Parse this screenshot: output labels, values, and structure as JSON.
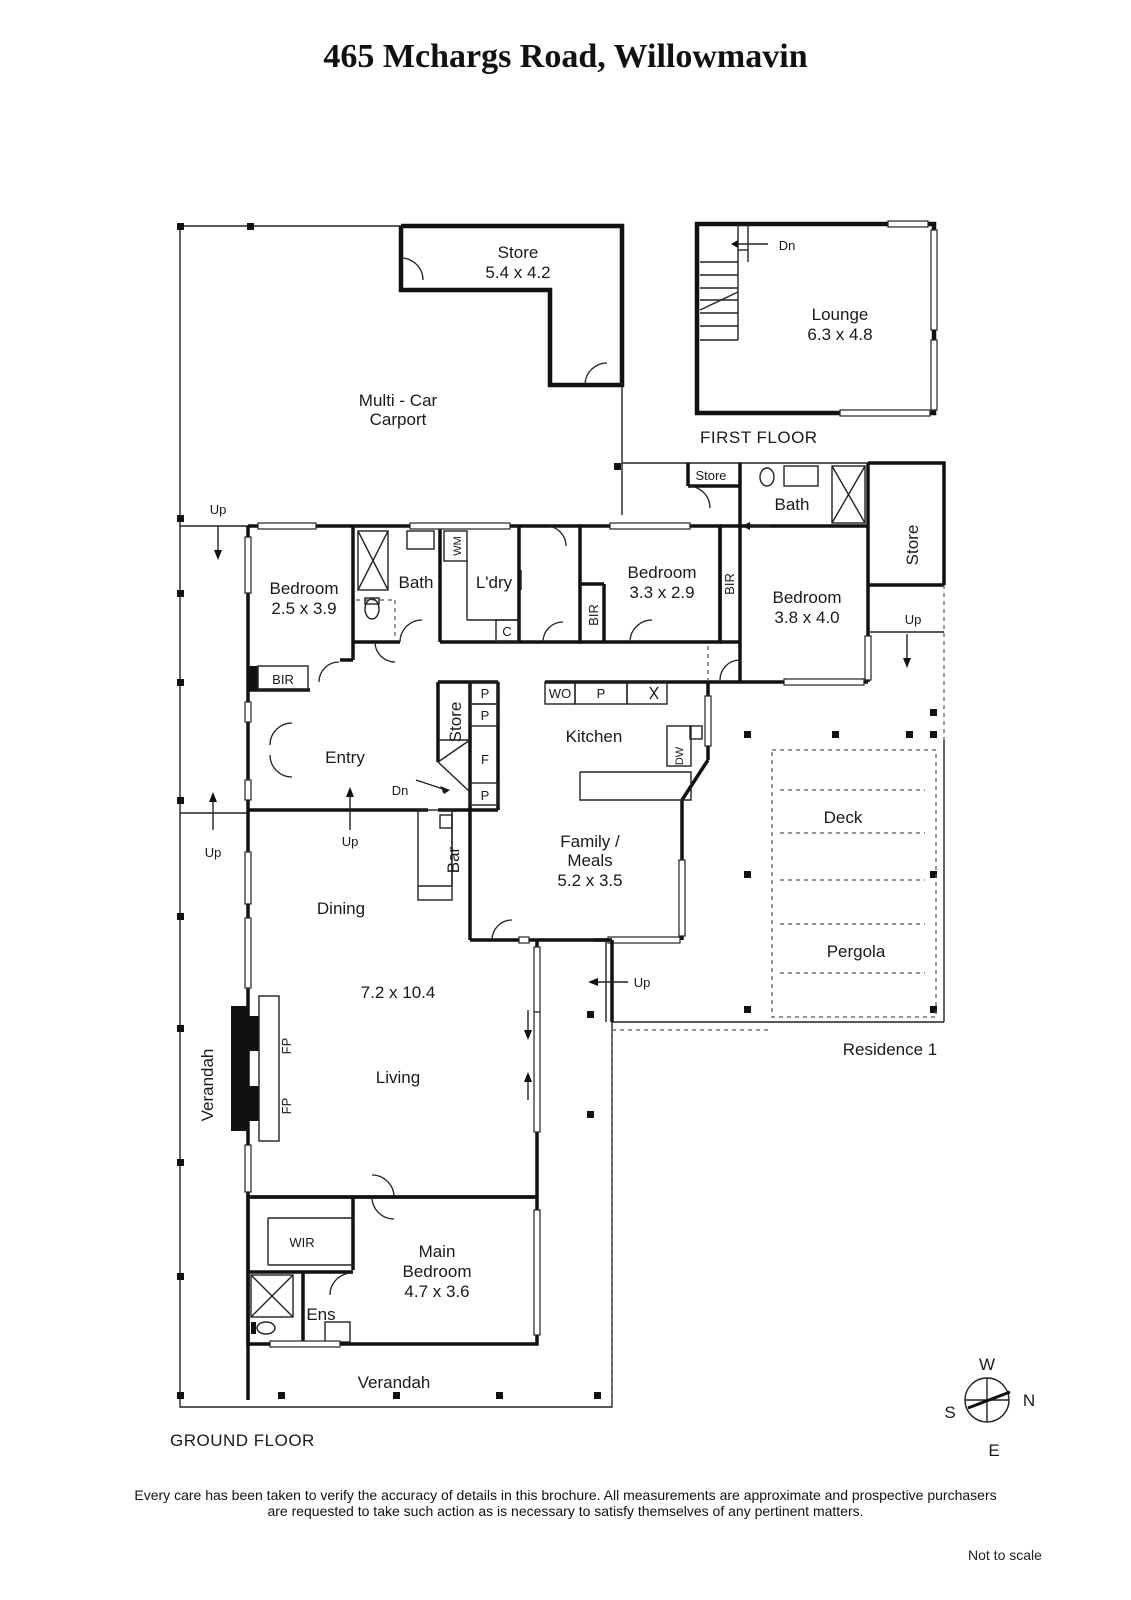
{
  "title": "465 Mchargs Road, Willowmavin",
  "floors": {
    "ground": "GROUND FLOOR",
    "first": "FIRST FLOOR"
  },
  "rooms": {
    "store_top": {
      "name": "Store",
      "dims": "5.4 x 4.2"
    },
    "carport": {
      "line1": "Multi - Car",
      "line2": "Carport"
    },
    "lounge": {
      "name": "Lounge",
      "dims": "6.3 x 4.8"
    },
    "bedroom_a": {
      "name": "Bedroom",
      "dims": "2.5 x 3.9"
    },
    "bath_a": "Bath",
    "laundry": "L'dry",
    "wm": "WM",
    "cupboard": "C",
    "bedroom_b": {
      "name": "Bedroom",
      "dims": "3.3 x 2.9"
    },
    "bir": "BIR",
    "bedroom_c": {
      "name": "Bedroom",
      "dims": "3.8 x 4.0"
    },
    "store_small": "Store",
    "bath_b": "Bath",
    "store_side": "Store",
    "entry": "Entry",
    "store_mid": "Store",
    "pantry": "P",
    "fridge": "F",
    "kitchen": "Kitchen",
    "wall_oven": "WO",
    "dishwasher": "DW",
    "bar": "Bar",
    "family": {
      "line1": "Family /",
      "line2": "Meals",
      "dims": "5.2 x 3.5"
    },
    "dining": "Dining",
    "living_dims": "7.2 x 10.4",
    "living": "Living",
    "fireplace": "FP",
    "verandah": "Verandah",
    "deck": "Deck",
    "pergola": "Pergola",
    "residence": "Residence 1",
    "main_bedroom": {
      "line1": "Main",
      "line2": "Bedroom",
      "dims": "4.7 x 3.6"
    },
    "wir": "WIR",
    "ensuite": "Ens"
  },
  "arrows": {
    "up": "Up",
    "down": "Dn"
  },
  "compass": {
    "west": "W",
    "north": "N",
    "south": "S",
    "east": "E"
  },
  "disclaimer": {
    "line1": "Every care has been taken to verify the accuracy of details in this brochure.  All measurements are approximate and prospective purchasers",
    "line2": "are requested to take such action as is necessary to satisfy themselves of any pertinent matters."
  },
  "not_to_scale": "Not to scale"
}
